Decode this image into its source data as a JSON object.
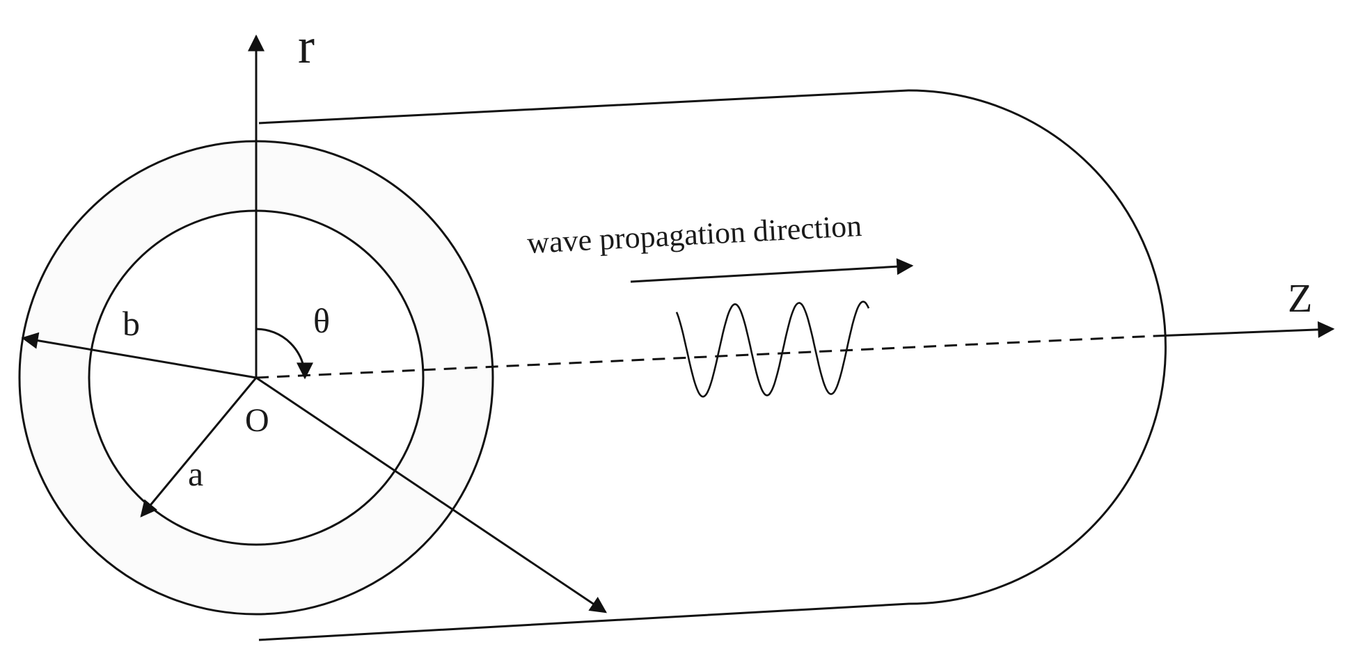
{
  "labels": {
    "r_axis": "r",
    "z_axis": "Z",
    "origin": "O",
    "angle": "θ",
    "outer_radius": "b",
    "inner_radius": "a",
    "propagation": "wave propagation direction"
  },
  "colors": {
    "stroke": "#111111",
    "ring_fill": "#fbfbfb",
    "background": "#ffffff"
  }
}
